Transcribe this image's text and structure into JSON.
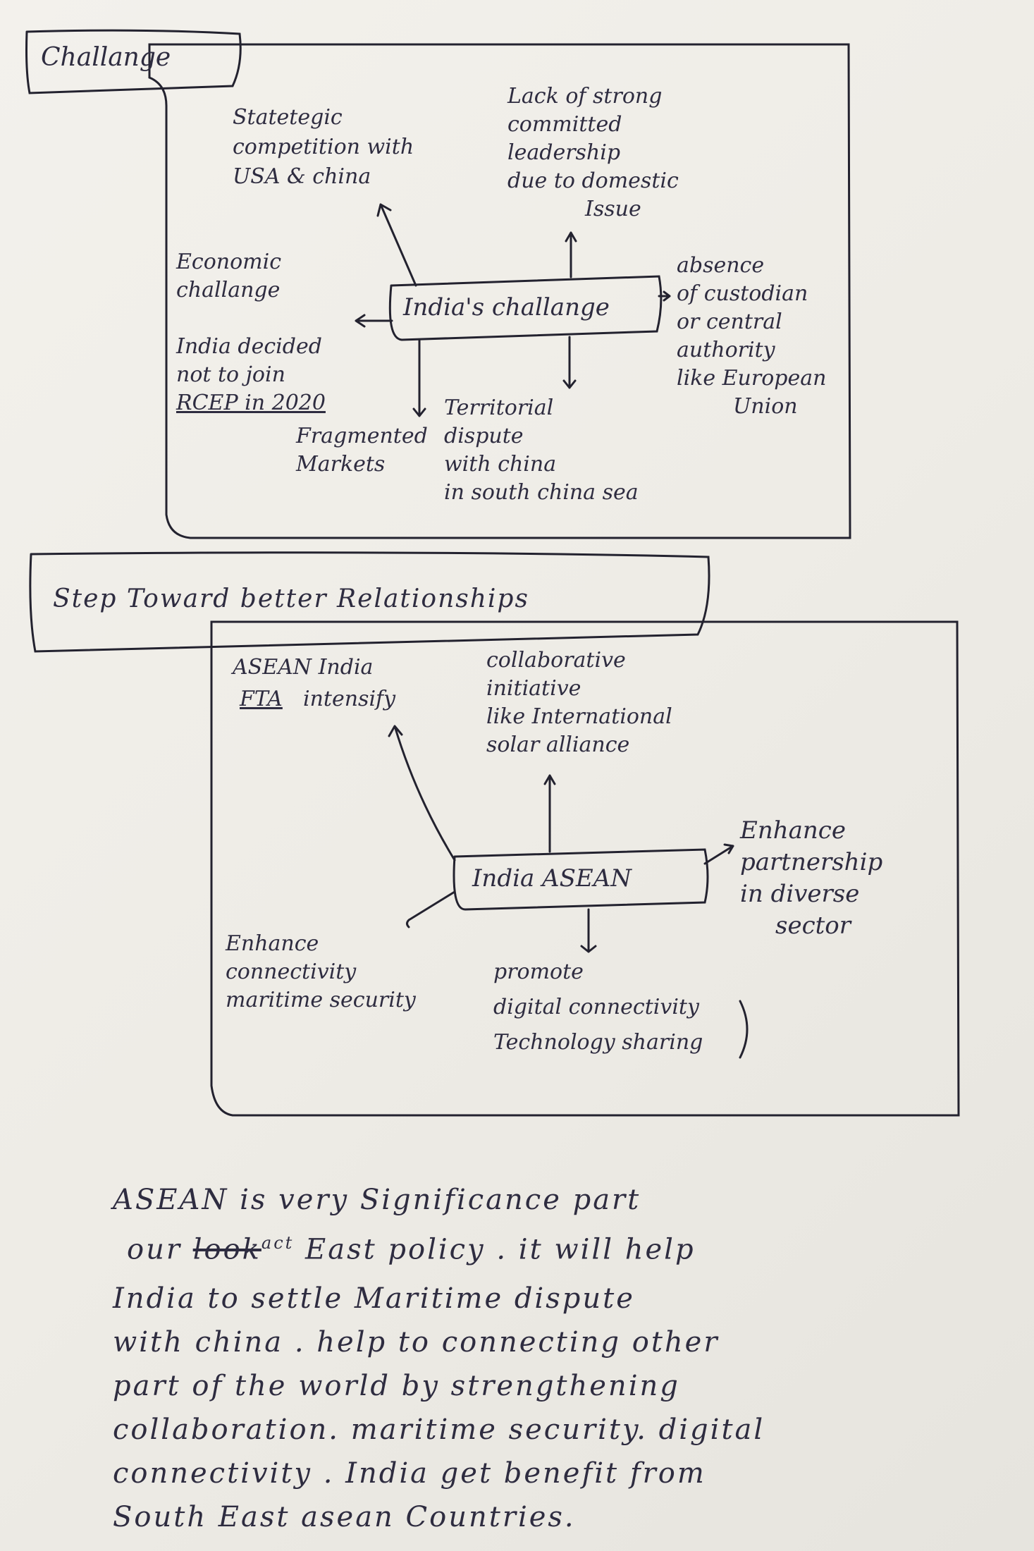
{
  "section1": {
    "heading": "Challange",
    "center": "India's challange",
    "branches": {
      "up_left": [
        "Statetegic",
        "competition with",
        "USA & china"
      ],
      "up_right": [
        "Lack of strong",
        "committed",
        "leadership",
        "due to domestic",
        "Issue"
      ],
      "right": [
        "absence",
        "of custodian",
        "or central",
        "authority",
        "like European",
        "Union"
      ],
      "down_right": [
        "Territorial",
        "dispute",
        "with china",
        "in south china sea"
      ],
      "down_left": [
        "Fragmented",
        "Markets"
      ],
      "left": [
        "Economic",
        "challange",
        "India decided",
        "not to join",
        "RCEP in 2020"
      ]
    }
  },
  "section2": {
    "heading": "Step Toward better Relationships",
    "center": "India ASEAN",
    "branches": {
      "up_left": [
        "ASEAN India",
        "FTA",
        "intensify"
      ],
      "up_right": [
        "collaborative",
        "initiative",
        "like International",
        "solar alliance"
      ],
      "right": [
        "Enhance",
        "partnership",
        "in diverse",
        "sector"
      ],
      "down": [
        "promote",
        "digital connectivity",
        "Technology sharing"
      ],
      "down_left": [
        "Enhance",
        "connectivity",
        "maritime security"
      ]
    }
  },
  "paragraph": {
    "lines": [
      "ASEAN is very Significance part",
      "our",
      "look",
      "act",
      "East policy . it will help",
      "India to settle Maritime dispute",
      "with china . help to connecting other",
      "part of the world by strengthening",
      "collaboration. maritime security. digital",
      "connectivity . India get benefit from",
      "South East asean Countries."
    ]
  }
}
